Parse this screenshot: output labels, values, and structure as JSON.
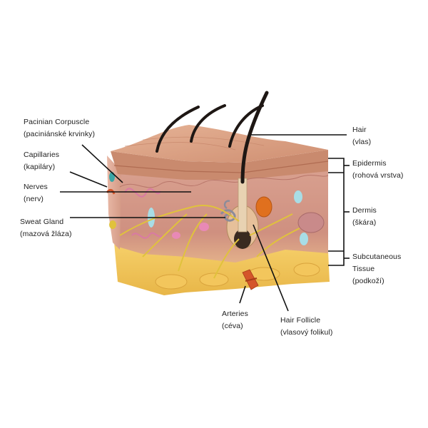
{
  "labels": {
    "pacinian": {
      "name": "Pacinian Corpuscle",
      "local": "(paciniánské krvinky)"
    },
    "capillaries": {
      "name": "Capillaries",
      "local": "(kapiláry)"
    },
    "nerves": {
      "name": "Nerves",
      "local": "(nerv)"
    },
    "sweat_gland": {
      "name": "Sweat Gland",
      "local": "(mazová žláza)"
    },
    "hair": {
      "name": "Hair",
      "local": "(vlas)"
    },
    "epidermis": {
      "name": "Epidermis",
      "local": "(rohová vrstva)"
    },
    "dermis": {
      "name": "Dermis",
      "local": "(škára)"
    },
    "subcutaneous": {
      "name1": "Subcutaneous",
      "name2": "Tissue",
      "local": "(podkoží)"
    },
    "arteries": {
      "name": "Arteries",
      "local": "(céva)"
    },
    "hair_follicle": {
      "name": "Hair Follicle",
      "local": "(vlasový folikul)"
    }
  },
  "colors": {
    "epidermis": "#d79a7c",
    "dermis": "#d49a8a",
    "fat": "#f0c35a",
    "hair": "#1e1714",
    "nerve": "#e0c23c",
    "artery": "#d4552a",
    "leader": "#111111"
  }
}
